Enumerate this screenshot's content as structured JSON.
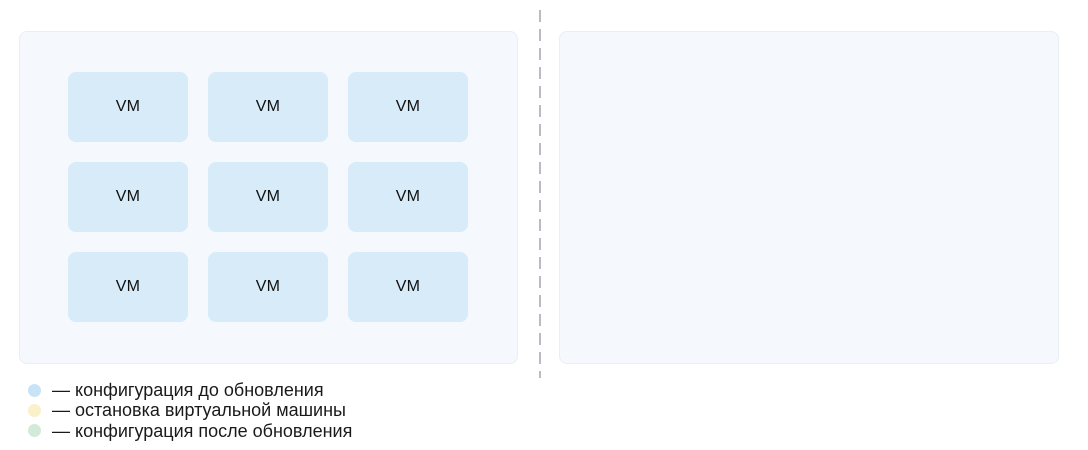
{
  "diagram": {
    "panels": {
      "left": {
        "vm_boxes": [
          "VM",
          "VM",
          "VM",
          "VM",
          "VM",
          "VM",
          "VM",
          "VM",
          "VM"
        ]
      },
      "right": {}
    },
    "legend": [
      {
        "color": "#c9e3f6",
        "label": "— конфигурация до обновления"
      },
      {
        "color": "#faf0ca",
        "label": "— остановка виртуальной машины"
      },
      {
        "color": "#d2ebd8",
        "label": "— конфигурация после обновления"
      }
    ],
    "colors": {
      "panel_background": "#f5f9fd",
      "panel_border": "#e9eef4",
      "vm_box_background": "#d7ebf8",
      "divider": "#b9bdc3",
      "text": "#1a1a1a"
    }
  }
}
